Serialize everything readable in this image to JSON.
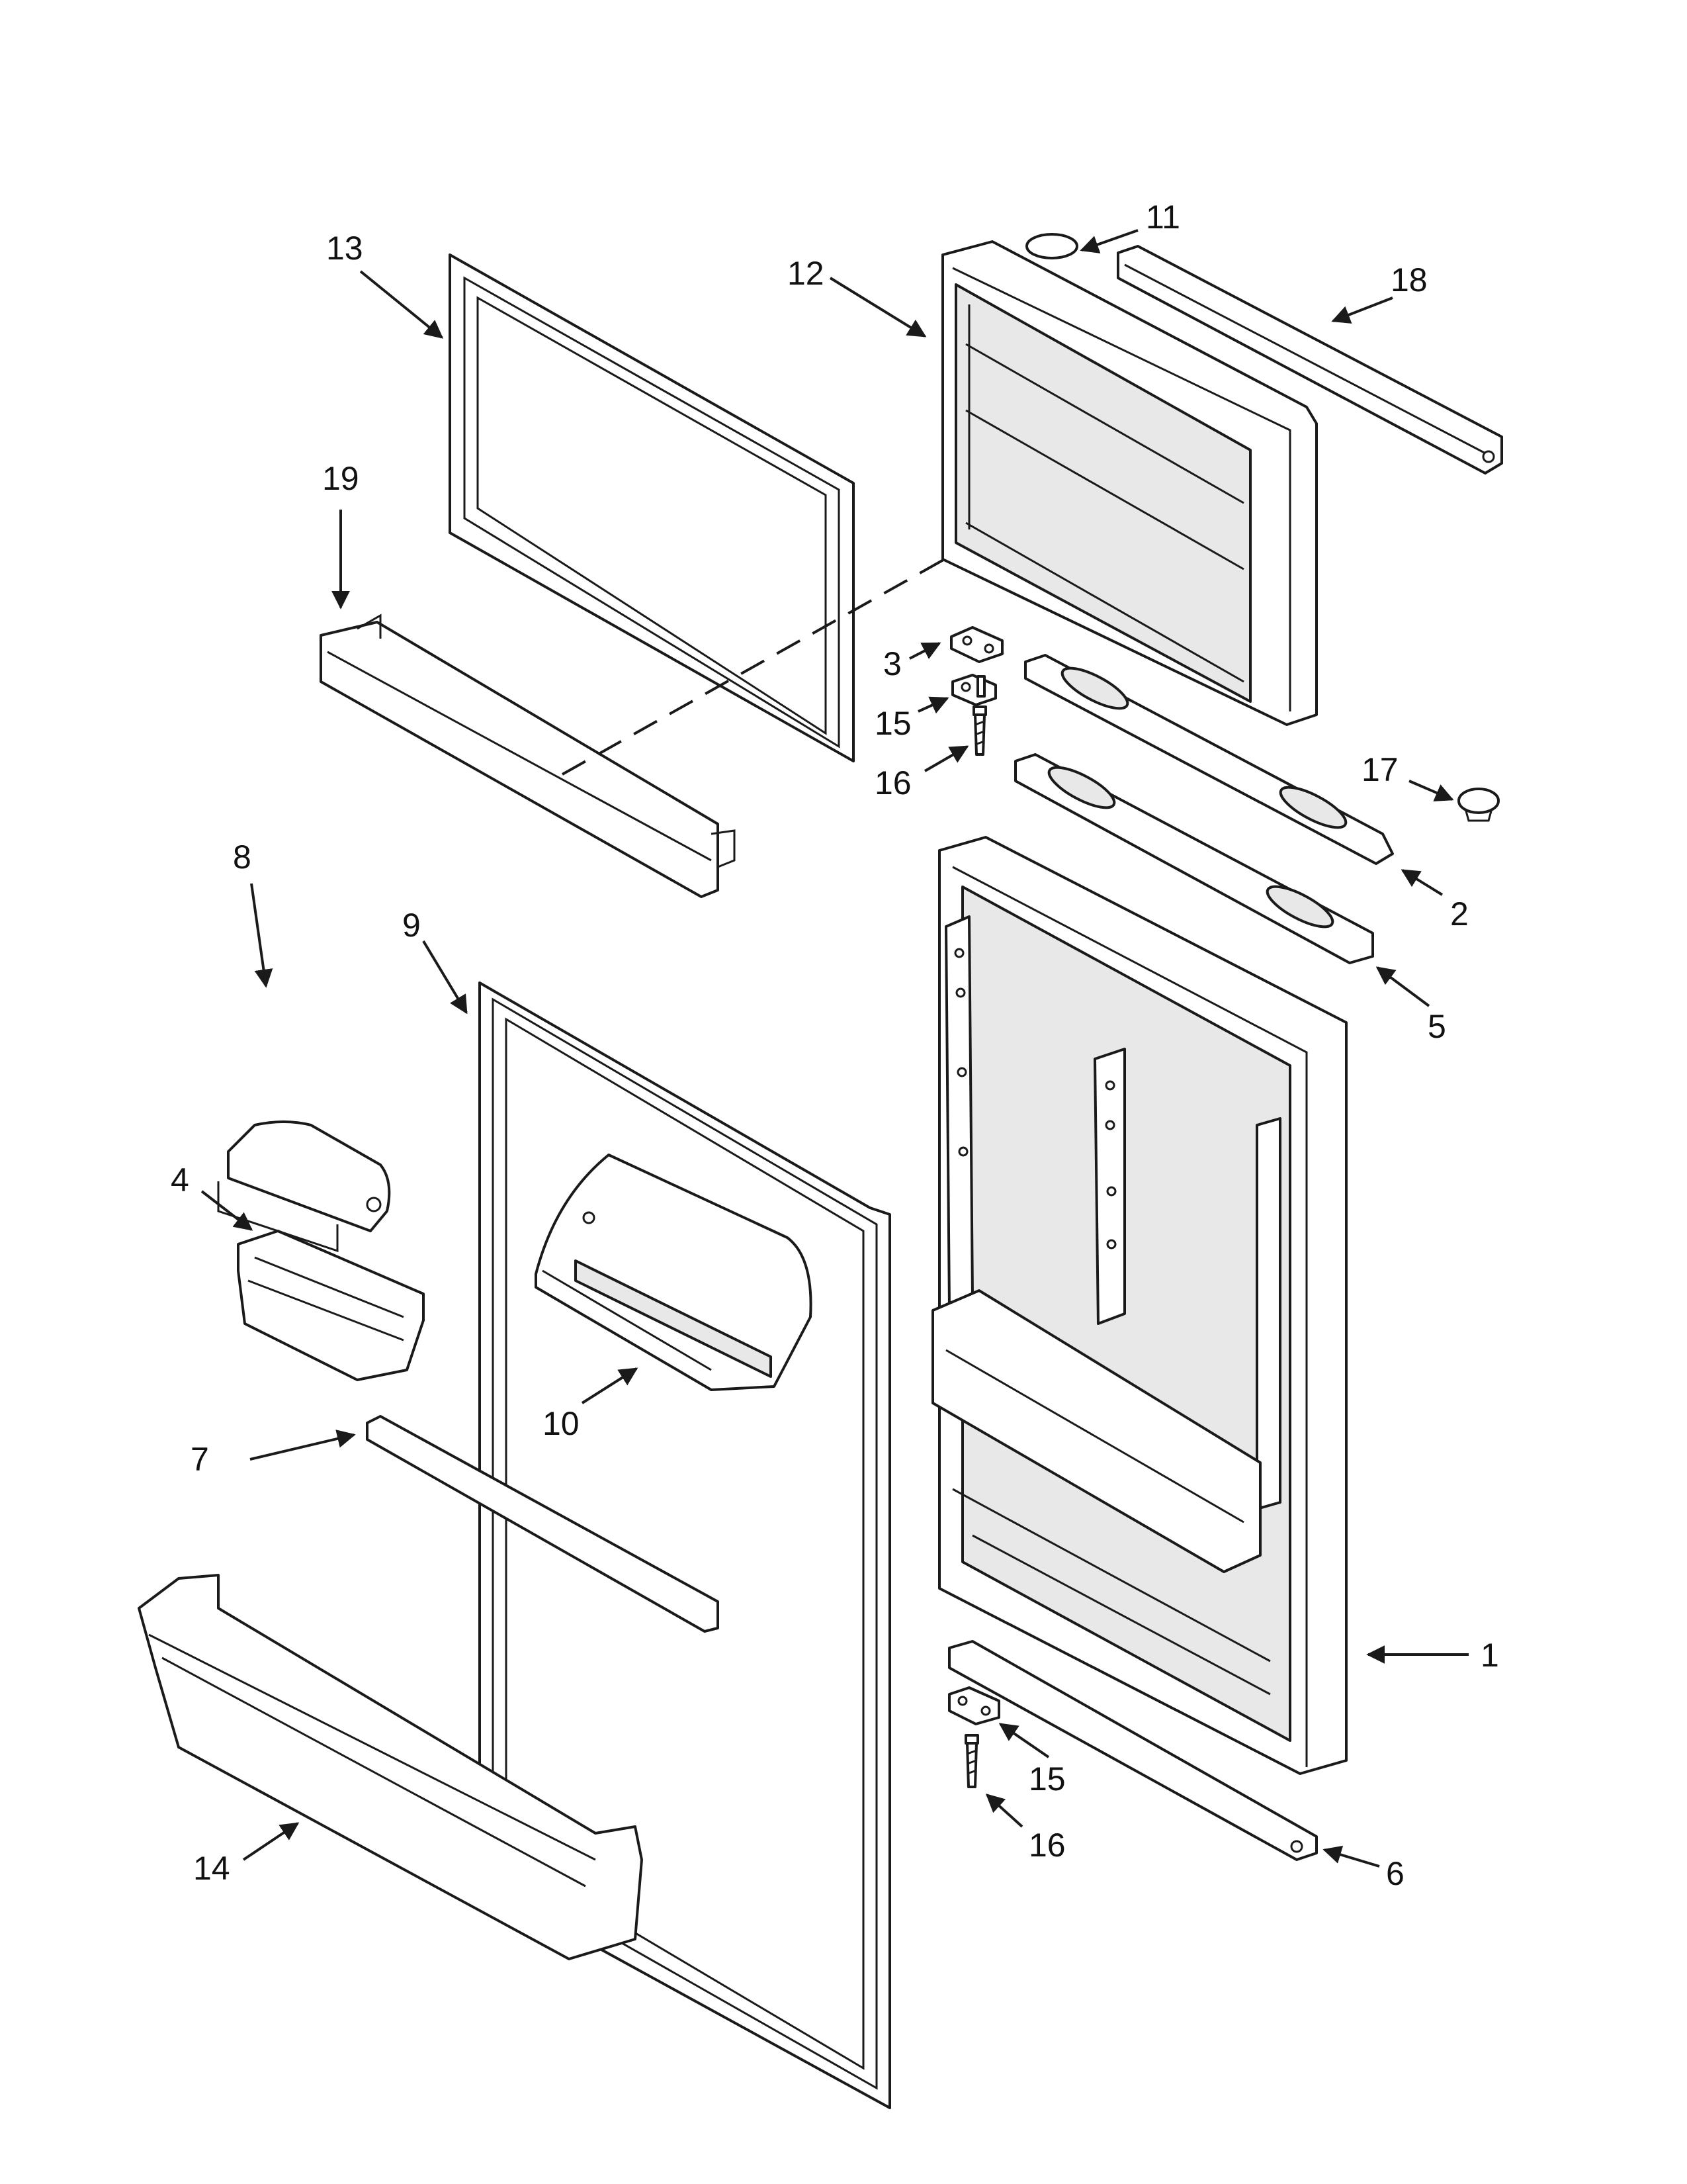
{
  "callouts": {
    "c1": "1",
    "c2": "2",
    "c3": "3",
    "c4": "4",
    "c5": "5",
    "c6": "6",
    "c7": "7",
    "c8": "8",
    "c9": "9",
    "c10": "10",
    "c11": "11",
    "c12": "12",
    "c13": "13",
    "c14": "14",
    "c15a": "15",
    "c15b": "15",
    "c16a": "16",
    "c16b": "16",
    "c17": "17",
    "c18": "18",
    "c19": "19"
  }
}
